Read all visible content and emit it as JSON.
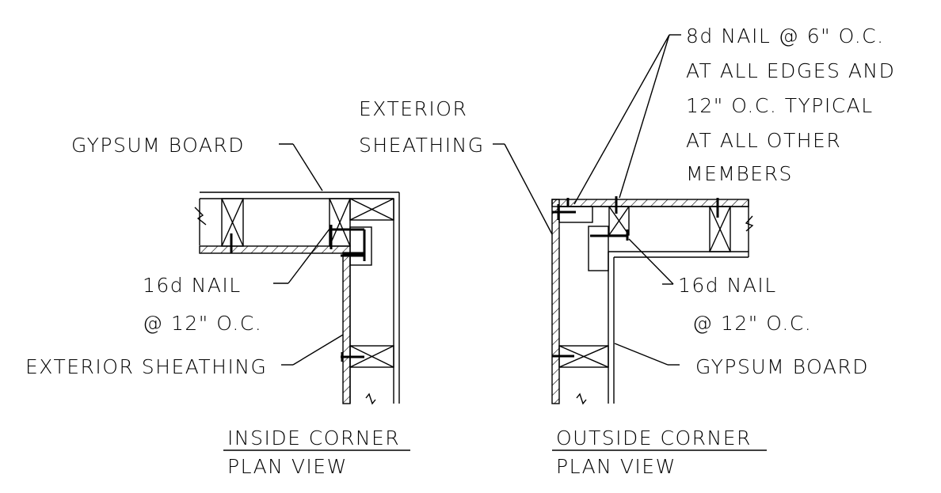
{
  "labels": {
    "nail_8d": [
      "8d NAIL @ 6\" O.C.",
      "AT ALL EDGES AND",
      "12\" O.C. TYPICAL",
      "AT ALL OTHER",
      "MEMBERS"
    ],
    "exterior_sheathing_outside": [
      "EXTERIOR",
      "SHEATHING"
    ],
    "gypsum_board_inside": "GYPSUM BOARD",
    "nail_16d_inside": [
      "16d NAIL",
      "@ 12\" O.C."
    ],
    "exterior_sheathing_inside": "EXTERIOR SHEATHING",
    "nail_16d_outside": [
      "16d NAIL",
      "@ 12\" O.C."
    ],
    "gypsum_board_outside": "GYPSUM BOARD"
  },
  "titles": {
    "inside": {
      "title": "INSIDE CORNER",
      "subtitle": "PLAN VIEW"
    },
    "outside": {
      "title": "OUTSIDE CORNER",
      "subtitle": "PLAN VIEW"
    }
  }
}
